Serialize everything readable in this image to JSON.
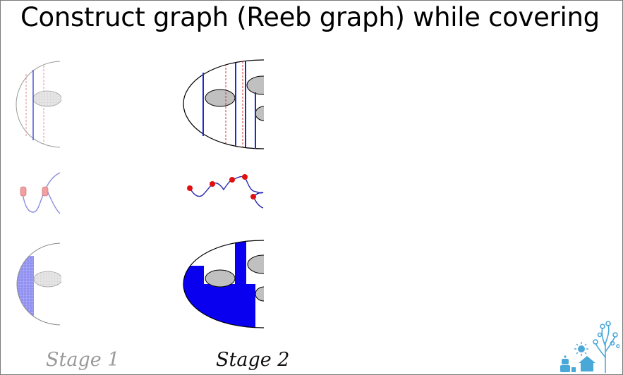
{
  "slide": {
    "title": "Construct graph (Reeb graph) while covering"
  },
  "stages": [
    {
      "label": "Stage 1"
    },
    {
      "label": "Stage 2"
    }
  ],
  "colors": {
    "sweep_line": "#1a2bd0",
    "critical_line": "#d03030",
    "covered_fill": "#0a00f0",
    "hole_fill": "#c0c0c0",
    "graph_node": "#e01010",
    "logo": "#4aa8d8"
  },
  "icons": [
    "robot-icon",
    "sun-icon",
    "house-icon",
    "tree-icon"
  ]
}
